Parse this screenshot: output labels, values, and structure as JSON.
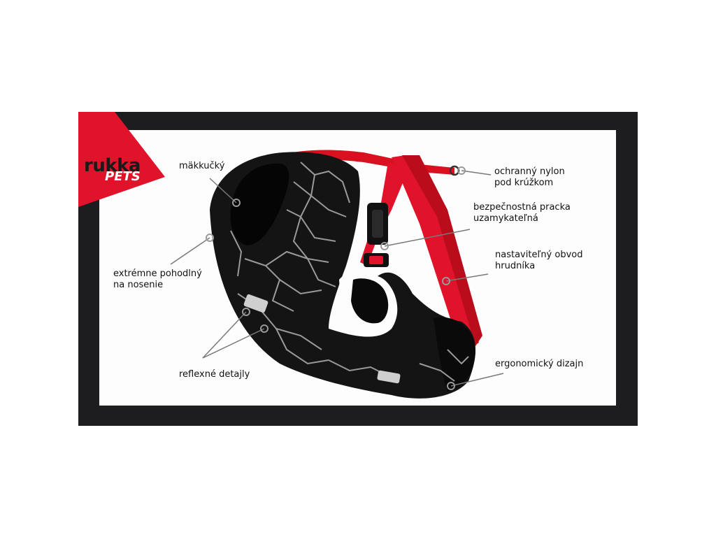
{
  "brand": {
    "logo_main": "rukka",
    "logo_sub": "PETS",
    "accent_color": "#e0132a"
  },
  "product": {
    "name": "dog-harness",
    "colors": {
      "body": "#111111",
      "pattern": "#9a9a9a",
      "strap": "#e0132a"
    }
  },
  "callouts": [
    {
      "id": "soft",
      "lines": [
        "mäkkučký"
      ]
    },
    {
      "id": "comfortable",
      "lines": [
        "extrémne pohodlný",
        "na nosenie"
      ]
    },
    {
      "id": "reflective",
      "lines": [
        "reflexné detajly"
      ]
    },
    {
      "id": "nylon",
      "lines": [
        "ochranný nylon",
        "pod krúžkom"
      ]
    },
    {
      "id": "buckle",
      "lines": [
        "bezpečnostná pracka",
        "uzamykateľná"
      ]
    },
    {
      "id": "adjustable",
      "lines": [
        "nastaviteľný obvod",
        "hrudníka"
      ]
    },
    {
      "id": "ergonomic",
      "lines": [
        "ergonomický dizajn"
      ]
    }
  ]
}
